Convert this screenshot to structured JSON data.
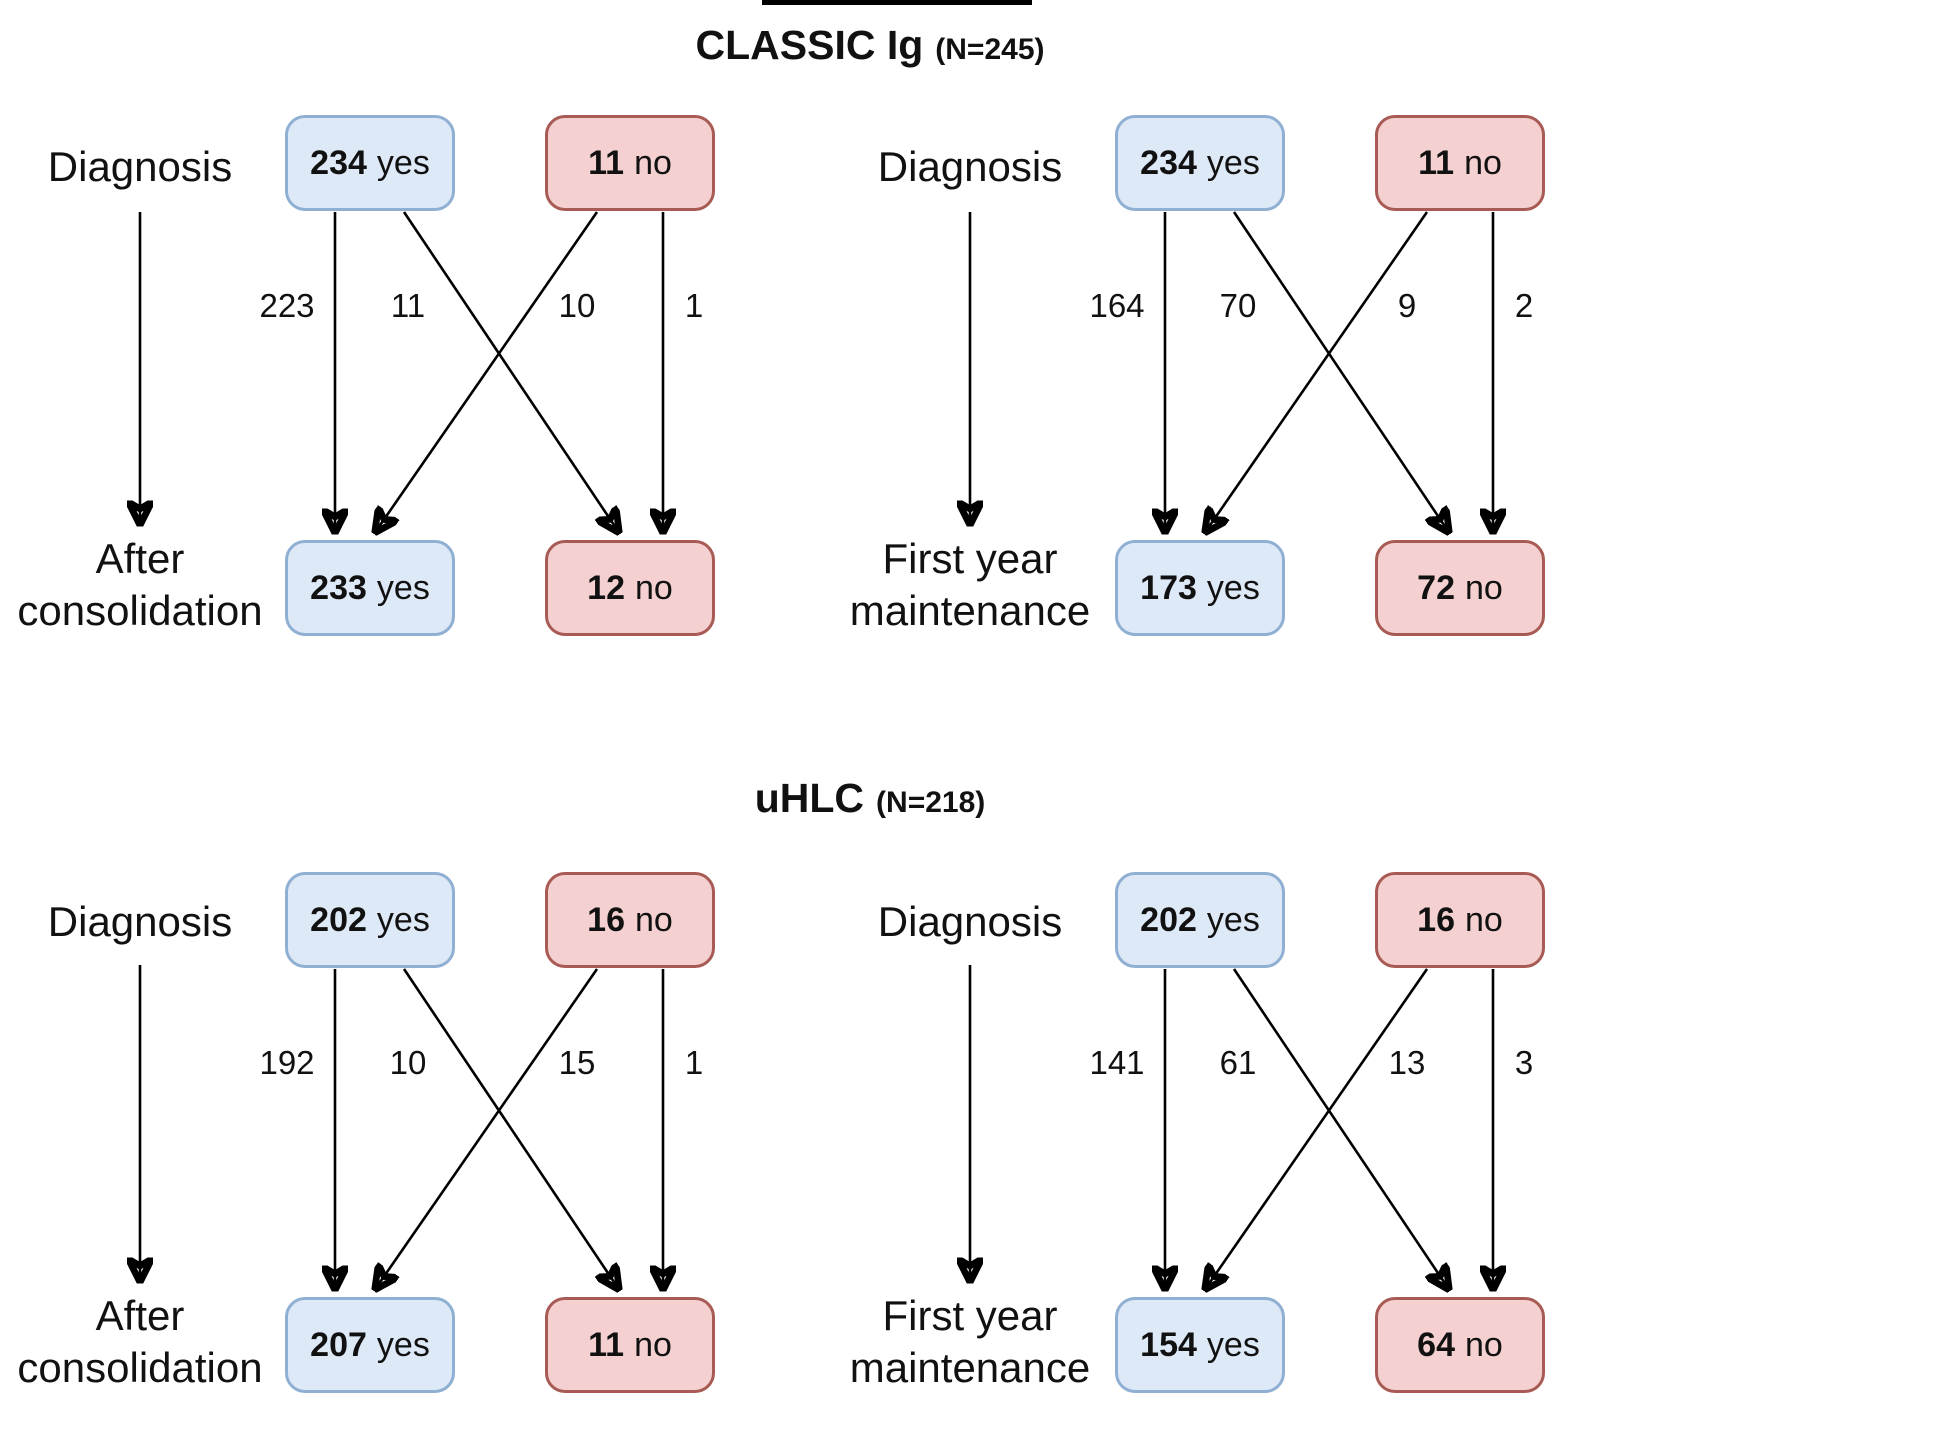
{
  "colors": {
    "yes_fill": "#dde9f7",
    "yes_border": "#8fafd3",
    "no_fill": "#f4d1d0",
    "no_border": "#a85b55",
    "arrow": "#000000"
  },
  "sections": [
    {
      "title": "CLASSIC Ig",
      "n_label": "(N=245)",
      "panels": [
        {
          "stage_top": "Diagnosis",
          "stage_bottom_line1": "After",
          "stage_bottom_line2": "consolidation",
          "top_yes_count": "234",
          "top_yes_suffix": "yes",
          "top_no_count": "11",
          "top_no_suffix": "no",
          "bottom_yes_count": "233",
          "bottom_yes_suffix": "yes",
          "bottom_no_count": "12",
          "bottom_no_suffix": "no",
          "flow_yes_yes": "223",
          "flow_yes_no": "11",
          "flow_no_yes": "10",
          "flow_no_no": "1"
        },
        {
          "stage_top": "Diagnosis",
          "stage_bottom_line1": "First year",
          "stage_bottom_line2": "maintenance",
          "top_yes_count": "234",
          "top_yes_suffix": "yes",
          "top_no_count": "11",
          "top_no_suffix": "no",
          "bottom_yes_count": "173",
          "bottom_yes_suffix": "yes",
          "bottom_no_count": "72",
          "bottom_no_suffix": "no",
          "flow_yes_yes": "164",
          "flow_yes_no": "70",
          "flow_no_yes": "9",
          "flow_no_no": "2"
        }
      ]
    },
    {
      "title": "uHLC",
      "n_label": "(N=218)",
      "panels": [
        {
          "stage_top": "Diagnosis",
          "stage_bottom_line1": "After",
          "stage_bottom_line2": "consolidation",
          "top_yes_count": "202",
          "top_yes_suffix": "yes",
          "top_no_count": "16",
          "top_no_suffix": "no",
          "bottom_yes_count": "207",
          "bottom_yes_suffix": "yes",
          "bottom_no_count": "11",
          "bottom_no_suffix": "no",
          "flow_yes_yes": "192",
          "flow_yes_no": "10",
          "flow_no_yes": "15",
          "flow_no_no": "1"
        },
        {
          "stage_top": "Diagnosis",
          "stage_bottom_line1": "First year",
          "stage_bottom_line2": "maintenance",
          "top_yes_count": "202",
          "top_yes_suffix": "yes",
          "top_no_count": "16",
          "top_no_suffix": "no",
          "bottom_yes_count": "154",
          "bottom_yes_suffix": "yes",
          "bottom_no_count": "64",
          "bottom_no_suffix": "no",
          "flow_yes_yes": "141",
          "flow_yes_no": "61",
          "flow_no_yes": "13",
          "flow_no_no": "3"
        }
      ]
    }
  ]
}
